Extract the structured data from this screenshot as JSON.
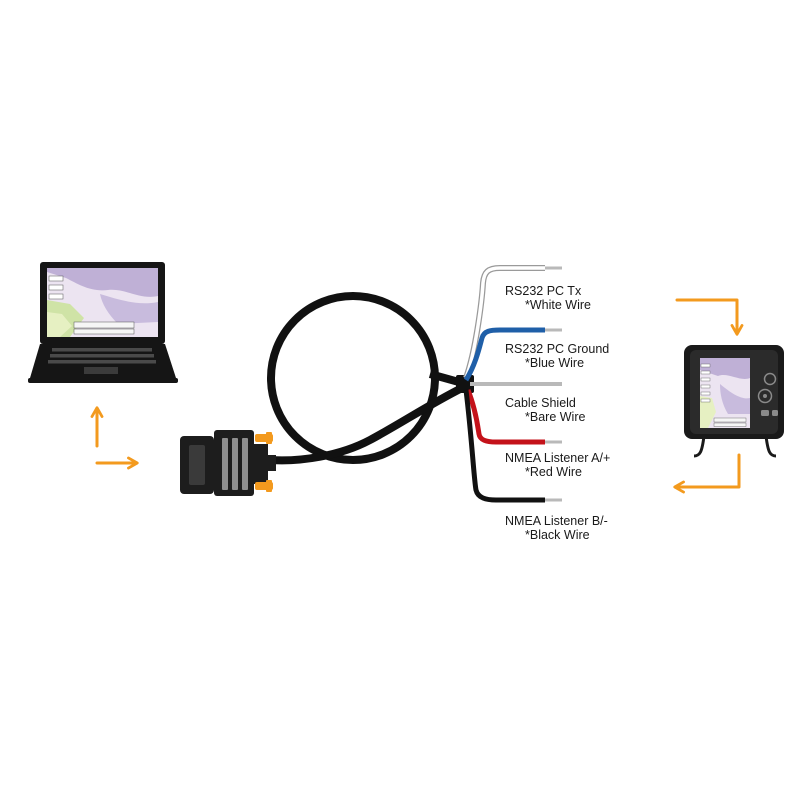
{
  "wires": [
    {
      "id": "white",
      "name": "RS232 PC Tx",
      "note": "*White Wire",
      "color": "#ffffff"
    },
    {
      "id": "blue",
      "name": "RS232 PC Ground",
      "note": "*Blue Wire",
      "color": "#1f5fa8"
    },
    {
      "id": "bare",
      "name": "Cable Shield",
      "note": "*Bare Wire",
      "color": "#b9b9b9"
    },
    {
      "id": "red",
      "name": "NMEA Listener A/+",
      "note": "*Red Wire",
      "color": "#c4121a"
    },
    {
      "id": "black",
      "name": "NMEA Listener B/-",
      "note": "*Black Wire",
      "color": "#111111"
    }
  ],
  "colors": {
    "arrow": "#f39a1e",
    "cable": "#111111",
    "screen_water": "#e9e1f2",
    "screen_land": "#b9acd1"
  },
  "icons": {
    "laptop": "laptop-icon",
    "db9": "db9-connector-icon",
    "device": "chartplotter-icon"
  }
}
